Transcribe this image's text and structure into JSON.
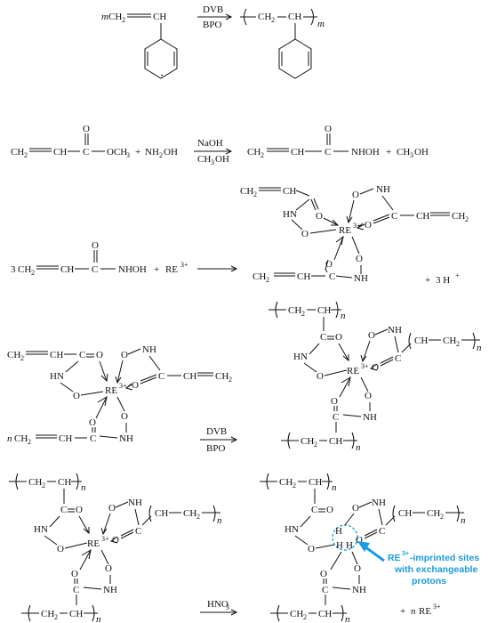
{
  "labels": {
    "m": "m",
    "n": "n",
    "ch2": "CH",
    "ch": "CH",
    "sub2": "2",
    "sub3": "3",
    "c": "C",
    "o": "O",
    "och3": "OCH",
    "nh2oh": "NH",
    "oh": "OH",
    "nhoh": "NHOH",
    "ch3oh": "CH",
    "ch3oh_tail": "OH",
    "plus": "+",
    "three": "3",
    "re": "RE",
    "re_charge": "3+",
    "hplus": "3 H",
    "hplus_charge": "+",
    "nh": "NH",
    "hn": "HN",
    "h": "H",
    "nre": "RE",
    "equals_o": "O"
  },
  "reagents": {
    "r1_top": "DVB",
    "r1_bottom": "BPO",
    "r2_top": "NaOH",
    "r2_bottom": "CH",
    "r2_bottom_tail": "OH",
    "r5_top": "DVB",
    "r5_bottom": "BPO",
    "r6_top": "HNO"
  },
  "annotation": {
    "line1": "RE",
    "line1_sup": "3+",
    "line1_tail": "-imprinted sites",
    "line2": "with exchangeable",
    "line3": "protons"
  },
  "colors": {
    "ink": "#111111",
    "highlight": "#1a9be0"
  }
}
